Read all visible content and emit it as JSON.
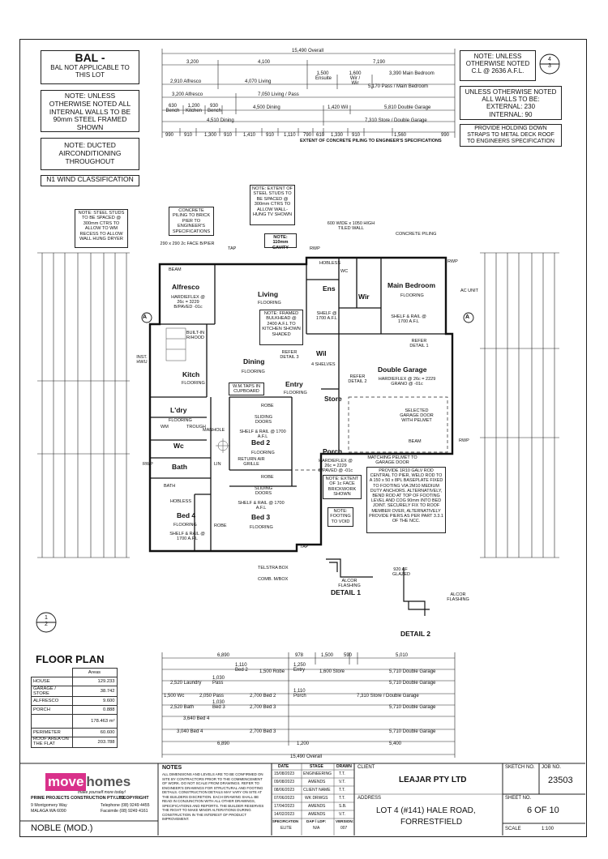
{
  "sheet_notes": {
    "bal_title": "BAL -",
    "bal_sub": "BAL NOT APPLICABLE TO THIS LOT",
    "internal_walls": "NOTE: UNLESS OTHERWISE NOTED ALL INTERNAL WALLS TO BE 90mm STEEL FRAMED SHOWN",
    "ducted": "NOTE: DUCTED AIRCONDITIONING THROUGHOUT",
    "wind": "N1 WIND CLASSIFICATION",
    "ceiling": "NOTE: UNLESS OTHERWISE NOTED C.L @ 2636 A.F.L.",
    "external_walls_title": "UNLESS OTHERWISE NOTED ALL WALLS TO BE:",
    "external_wall": "EXTERNAL: 230",
    "internal_wall": "INTERNAL: 90",
    "holding_down": "PROVIDE HOLDING DOWN STRAPS TO METAL DECK ROOF TO ENGINEERS SPECIFICATION",
    "piling_extent": "EXTENT OF CONCRETE PILING TO ENGINEER'S SPECIFICATIONS",
    "ref_top": "4\n3",
    "ref_left": "1\n2"
  },
  "top_dims": {
    "overall": "15,490 Overall",
    "row1": [
      "3,200",
      "4,100",
      "7,190"
    ],
    "row2": [
      "2,910 Alfresco",
      "4,070 Living",
      "1,500 Ensuite",
      "1,600 Wir / Wir",
      "3,390 Main Bedroom"
    ],
    "row3": [
      "3,200 Alfresco",
      "7,050 Living / Pass",
      "5,170 Pass / Main Bedroom"
    ],
    "row4": [
      "630 Bench",
      "1,200 Kitchen",
      "930 Bench",
      "4,500 Dining",
      "1,420 Wil",
      "5,810 Double Garage"
    ],
    "row5": [
      "4,510 Dining",
      "7,310 Store / Double Garage"
    ],
    "row6": [
      "990",
      "910",
      "1,300",
      "910",
      "1,410",
      "910",
      "1,110",
      "790",
      "610",
      "1,330",
      "910",
      "1,560",
      "990"
    ]
  },
  "rooms": {
    "alfresco": "Alfresco",
    "alfresco_spec": "HARDIEFLEX @ 26c = 3229 B/PAVED -01c",
    "living": "Living",
    "living_floor": "FLOORING",
    "ensuite": "Ens",
    "wir": "Wir",
    "main_bedroom": "Main Bedroom",
    "main_floor": "FLOORING",
    "main_shelf": "SHELF & RAIL @ 1700 A.F.L",
    "dining": "Dining",
    "dining_floor": "FLOORING",
    "kitchen": "Kitch",
    "kitchen_floor": "FLOORING",
    "entry": "Entry",
    "entry_floor": "FLOORING",
    "wil": "Wil",
    "wil_shelves": "4 SHELVES",
    "double_garage": "Double Garage",
    "garage_spec": "HARDIEFLEX @ 26c = 2229 GRANO @ -01c",
    "store": "Store",
    "laundry": "L'dry",
    "laundry_floor": "FLOORING",
    "wc": "Wc",
    "bed2": "Bed 2",
    "bed2_floor": "FLOORING",
    "bed2_shelf": "SHELF & RAIL @ 1700 A.F.L",
    "bath": "Bath",
    "bed4": "Bed 4",
    "bed4_floor": "FLOORING",
    "bed4_shelf": "SHELF & RAIL @ 1700 A.F.L",
    "bed3": "Bed 3",
    "bed3_floor": "FLOORING",
    "bed3_shelf": "SHELF & RAIL @ 1700 A.F.L",
    "porch": "Porch",
    "porch_spec": "HARDIEFLEX @ 26c = 2229 B/PAVED @ -01c",
    "robe": "ROBE",
    "linen": "LIN",
    "wm": "WM",
    "trough": "TROUGH",
    "bath_fixture": "BATH",
    "hobless": "HOBLESS",
    "wc_small": "WC"
  },
  "callouts": {
    "steel_studs_1": "NOTE: STEEL STUDS TO BE SPACED @ 300mm CTRS TO ALLOW TO WM RECESS TO ALLOW WALL HUNG DRYER",
    "concrete_piling": "CONCRETE PILING TO BRICK PIER TO ENGINEER'S SPECIFICATIONS",
    "face_pier": "290 x 290 2c FACE B/PIER",
    "steel_studs_2": "NOTE: EXTENT OF STEEL STUDS TO BE SPACED @ 300mm CTRS TO ALLOW WALL- HUNG TV SHOWN",
    "cavity": "NOTE: 110mm CAVITY",
    "high_tiled": "600 WIDE x 1050 HIGH TILED WALL",
    "concrete_piling_2": "CONCRETE PILING",
    "bulkhead": "NOTE: FRAMED BULKHEAD @ 2400 A.F.L TO KITCHEN SHOWN SHADED",
    "shelf_1700": "SHELF @ 1700 A.F.L",
    "wm_taps": "W.M.TAPS IN CUPBOARD",
    "sliding_doors": "SLIDING DOORS",
    "return_air": "RETURN AIR GRILLE",
    "manhole": "MANHOLE",
    "selected_garage": "SELECTED GARAGE DOOR WITH PELMET",
    "matching_pelmet": "MATCHING PELMET TO GARAGE DOOR",
    "beam": "BEAM",
    "built_in": "BUILT-IN R/HOOD",
    "ref_detail_1": "REFER DETAIL 1",
    "ref_detail_2": "REFER DETAIL 2",
    "ref_detail_3": "REFER DETAIL 3",
    "ac_unit": "AC UNIT",
    "hwu": "INST. HWU",
    "brickwork": "NOTE: EXTENT OF 1c FACE BRICKWORK SHOWN",
    "footing": "NOTE: FOOTING TO VOID",
    "galv_rod": "PROVIDE 1R10 GALV ROD CENTRAL TO PIER, WELD ROD TO A 150 x 50 x 8PL BASEPLATE FIXED TO FOOTING VIA 2M10 MEDIUM DUTY ANCHORS. ALTERNATIVELY, BEND ROD AT TOP OF FOOTING LEVEL AND COG 90mm INTO BED JOINT. SECURELY FIX TO ROOF MEMBER OVER, ALTERNATIVELY PROVIDE PIERS AS PER PART 3.3.1 OF THE NCC.",
    "telstra": "TELSTRA BOX",
    "comb_mbox": "COMB. M/BOX",
    "rwp": "RWP",
    "tap": "TAP"
  },
  "details": {
    "detail1": "DETAIL 1",
    "detail2": "DETAIL 2",
    "alcor1": "ALCOR FLASHING",
    "alcor2": "ALCOR FLASHING",
    "glazed": "920 AF GLAZED"
  },
  "bottom_dims": {
    "overall": "15,490 Overall",
    "row1": [
      "6,890",
      "978",
      "1,500",
      "590",
      "5,010"
    ],
    "row2": [
      "1,110 Bed 2",
      "1,500 Robe",
      "1,250 Entry",
      "1,600 Store",
      "5,710 Double Garage"
    ],
    "row3": [
      "2,520 Laundry",
      "1,030 Pass",
      "5,710 Double Garage"
    ],
    "row4": [
      "1,500 Wc",
      "2,050 Pass",
      "2,700 Bed 2",
      "1,110 Porch",
      "7,310 Store / Double Garage"
    ],
    "row5": [
      "2,520 Bath",
      "1,030 Bed 3",
      "2,700 Bed 3",
      "5,710 Double Garage"
    ],
    "row6": [
      "3,640 Bed 4"
    ],
    "row7": [
      "3,040 Bed 4",
      "2,700 Bed 3",
      "5,710 Double Garage"
    ],
    "row8": [
      "6,890",
      "1,200",
      "5,400"
    ]
  },
  "floor_plan": {
    "title": "FLOOR PLAN",
    "areas_header": "Areas",
    "rows": [
      {
        "name": "HOUSE",
        "value": "129.233"
      },
      {
        "name": "GARAGE / STORE",
        "value": "38.742"
      },
      {
        "name": "ALFRESCO",
        "value": "9.600"
      },
      {
        "name": "PORCH",
        "value": "0.888"
      },
      {
        "name": "",
        "value": "178.463 m²"
      },
      {
        "name": "PERIMETER",
        "value": "60.600"
      },
      {
        "name": "ROOF AREA ON THE FLAT",
        "value": "203.788"
      }
    ]
  },
  "title_block": {
    "logo_move": "move",
    "logo_homes": "homes",
    "logo_tag": "make yourself more today!",
    "company": "PRIME PROJECTS CONSTRUCTION PTY.LTD.",
    "copyright": "© COPYRIGHT",
    "address1": "9 Montgomery Way",
    "address2": "MALAGA WA 6090",
    "telephone": "Telephone (08) 9249 4455",
    "facsimile": "Facsimile (08) 9249 4161",
    "design": "NOBLE (MOD.)",
    "notes_title": "NOTES",
    "notes_text": "ALL DIMENSIONS AND LEVELS ARE TO BE CONFIRMED ON SITE BY CONTRACTORS PRIOR TO THE COMMENCEMENT OF WORK. DO NOT SCALE FROM DRAWINGS. REFER TO ENGINEER'S DRAWINGS FOR STRUCTURAL AND FOOTING DETAILS. CONSTRUCTION DETAILS MAY VARY ON SITE AT THE BUILDERS DISCRETION. EACH DRAWING SHALL BE READ IN CONJUNCTION WITH ALL OTHER DRAWINGS, SPECIFICATIONS AND REPORTS. THE BUILDER RESERVES THE RIGHT TO MAKE MINOR ALTERATIONS DURING CONSTRUCTION IN THE INTEREST OF PRODUCT IMPROVEMENT.",
    "rev_headers": [
      "DATE",
      "STAGE",
      "DRAWN"
    ],
    "revisions": [
      [
        "15/08/2023",
        "ENGINEERING",
        "T.T."
      ],
      [
        "09/08/2023",
        "AMENDS",
        "V.T."
      ],
      [
        "08/06/2023",
        "CLIENT NAME",
        "T.T."
      ],
      [
        "07/06/2023",
        "WK DRWGS",
        "T.T."
      ],
      [
        "17/04/2023",
        "AMENDS",
        "S.B."
      ],
      [
        "14/02/2023",
        "AMENDS",
        "V.T."
      ]
    ],
    "spec_labels": [
      "SPECIFICATION",
      "DAP / LDP:",
      "VERSION:"
    ],
    "spec_values": [
      "ELITE",
      "N/A",
      "007"
    ],
    "client_label": "CLIENT",
    "client": "LEAJAR PTY LTD",
    "address_label": "ADDRESS",
    "address_line1": "LOT 4 (#141) HALE ROAD,",
    "address_line2": "FORRESTFIELD",
    "sketch_label": "SKETCH NO.",
    "job_label": "JOB NO.",
    "job_no": "23503",
    "sheet_label": "SHEET NO.",
    "sheet_no": "6 OF 10",
    "scale_label": "SCALE",
    "scale": "1:100"
  }
}
